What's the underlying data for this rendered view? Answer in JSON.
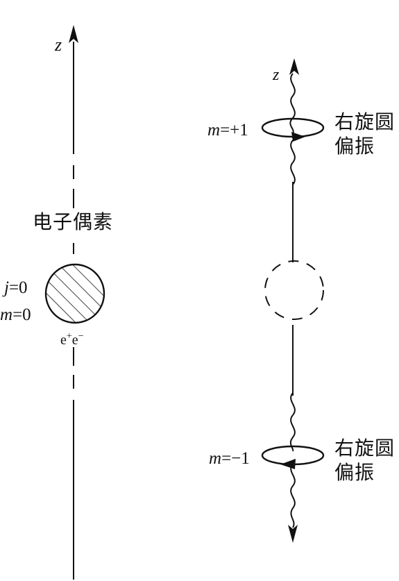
{
  "left": {
    "axis_label": "z",
    "title": "电子偶素",
    "j_symbol": "j",
    "j_value": "=0",
    "m_symbol": "m",
    "m_value": "=0",
    "particle_e1": "e",
    "particle_sup1": "+",
    "particle_e2": "e",
    "particle_sup2": "−"
  },
  "right": {
    "axis_label": "z",
    "top_photon": {
      "m_symbol": "m",
      "m_value": "=+1",
      "polarization_line1": "右旋圆",
      "polarization_line2": "偏振"
    },
    "bottom_photon": {
      "m_symbol": "m",
      "m_value": "=−1",
      "polarization_line1": "右旋圆",
      "polarization_line2": "偏振"
    }
  }
}
